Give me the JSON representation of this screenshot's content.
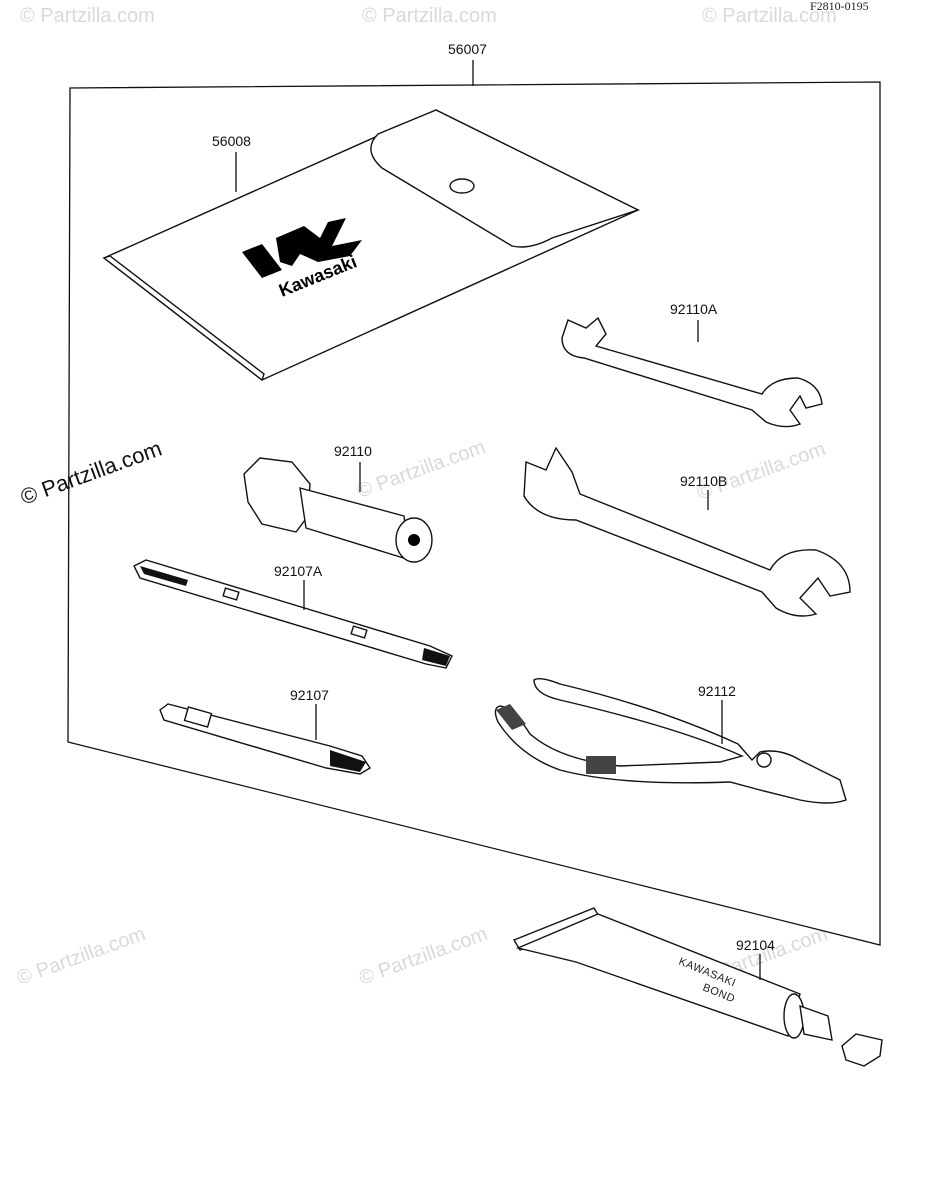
{
  "drawing_code": "F2810-0195",
  "watermark": "© Partzilla.com",
  "brand": "Kawasaki",
  "tube_text": [
    "KAWASAKI",
    "BOND"
  ],
  "parts": [
    {
      "number": "56007"
    },
    {
      "number": "56008"
    },
    {
      "number": "92110A"
    },
    {
      "number": "92110"
    },
    {
      "number": "92110B"
    },
    {
      "number": "92107A"
    },
    {
      "number": "92107"
    },
    {
      "number": "92112"
    },
    {
      "number": "92104"
    }
  ]
}
